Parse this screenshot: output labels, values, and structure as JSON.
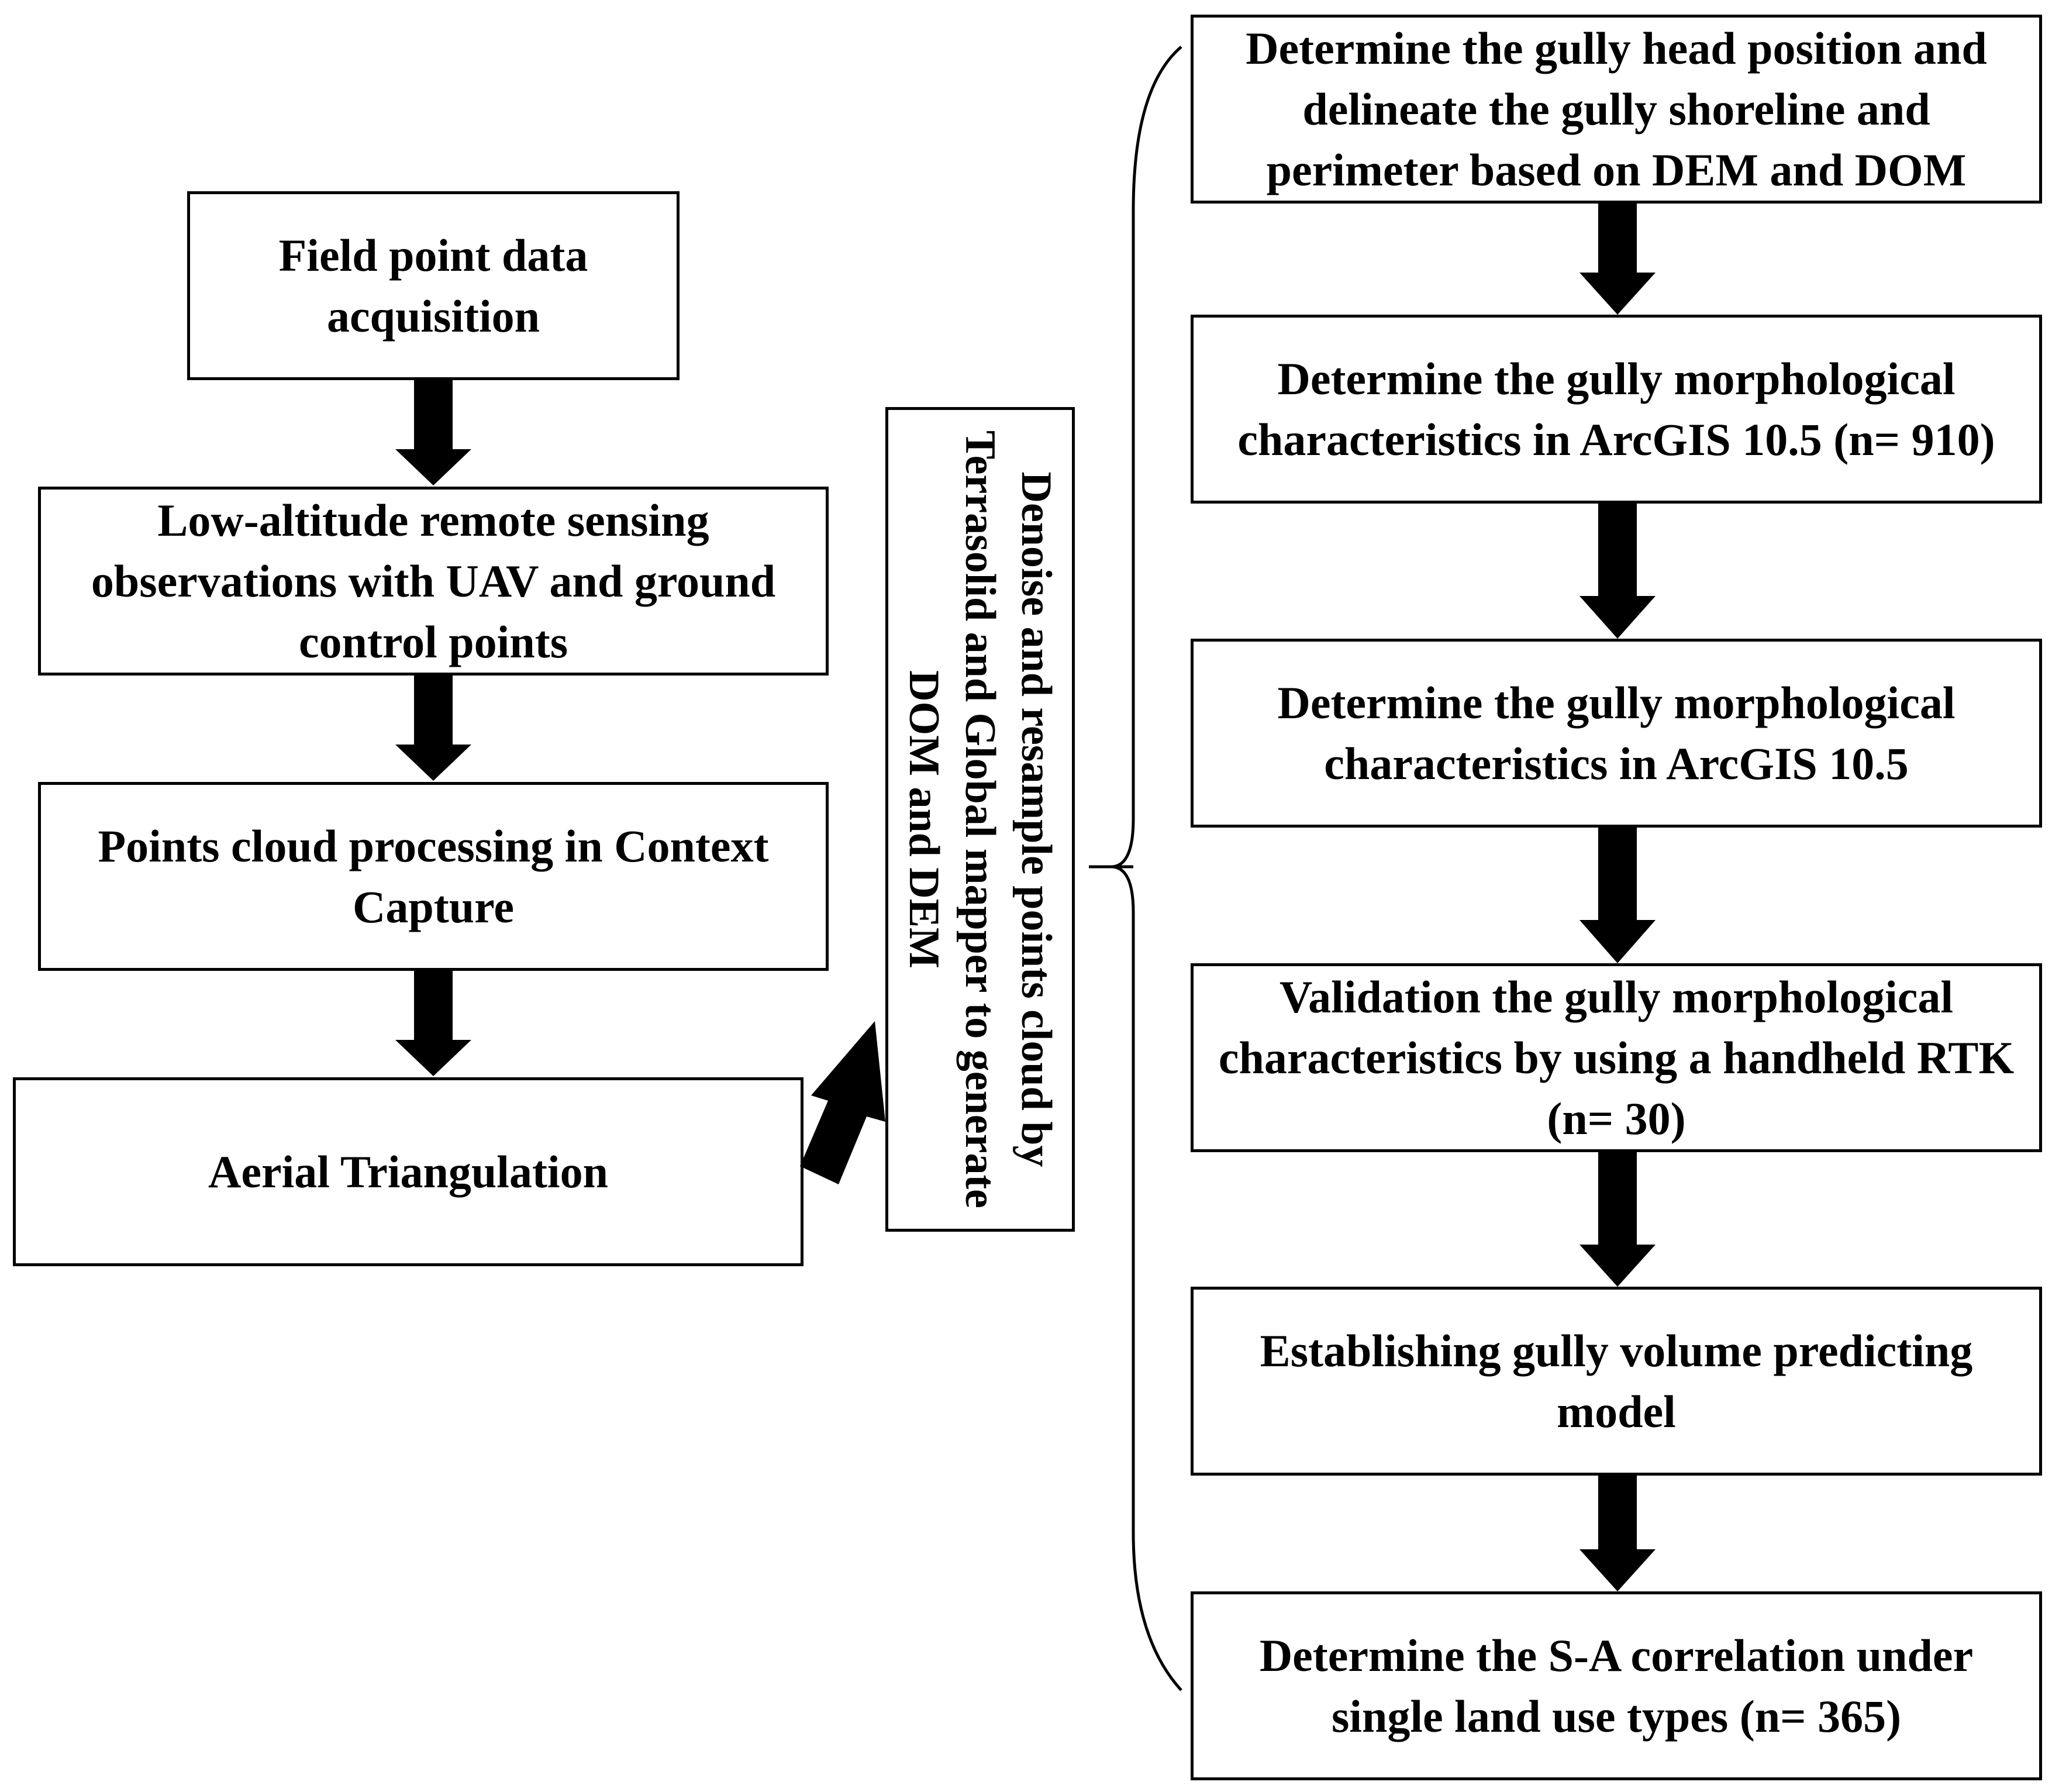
{
  "left_column": {
    "field_point": "Field point data acquisition",
    "low_altitude": "Low-altitude remote sensing observations with UAV and ground control points",
    "points_cloud": "Points cloud processing in Context Capture",
    "aerial": "Aerial Triangulation"
  },
  "middle": {
    "denoise": "Denoise and resample points cloud by Terrasolid and Global mapper to generate DOM and DEM"
  },
  "right_column": {
    "step1": "Determine the gully head position and delineate the gully shoreline and perimeter based on DEM and DOM",
    "step2": "Determine the gully morphological characteristics in ArcGIS 10.5 (n= 910)",
    "step3": "Determine the gully morphological characteristics in ArcGIS 10.5",
    "step4": "Validation the  gully morphological characteristics by using a handheld RTK (n= 30)",
    "step5": "Establishing gully volume predicting model",
    "step6": "Determine the S-A correlation under single land use types (n= 365)"
  }
}
